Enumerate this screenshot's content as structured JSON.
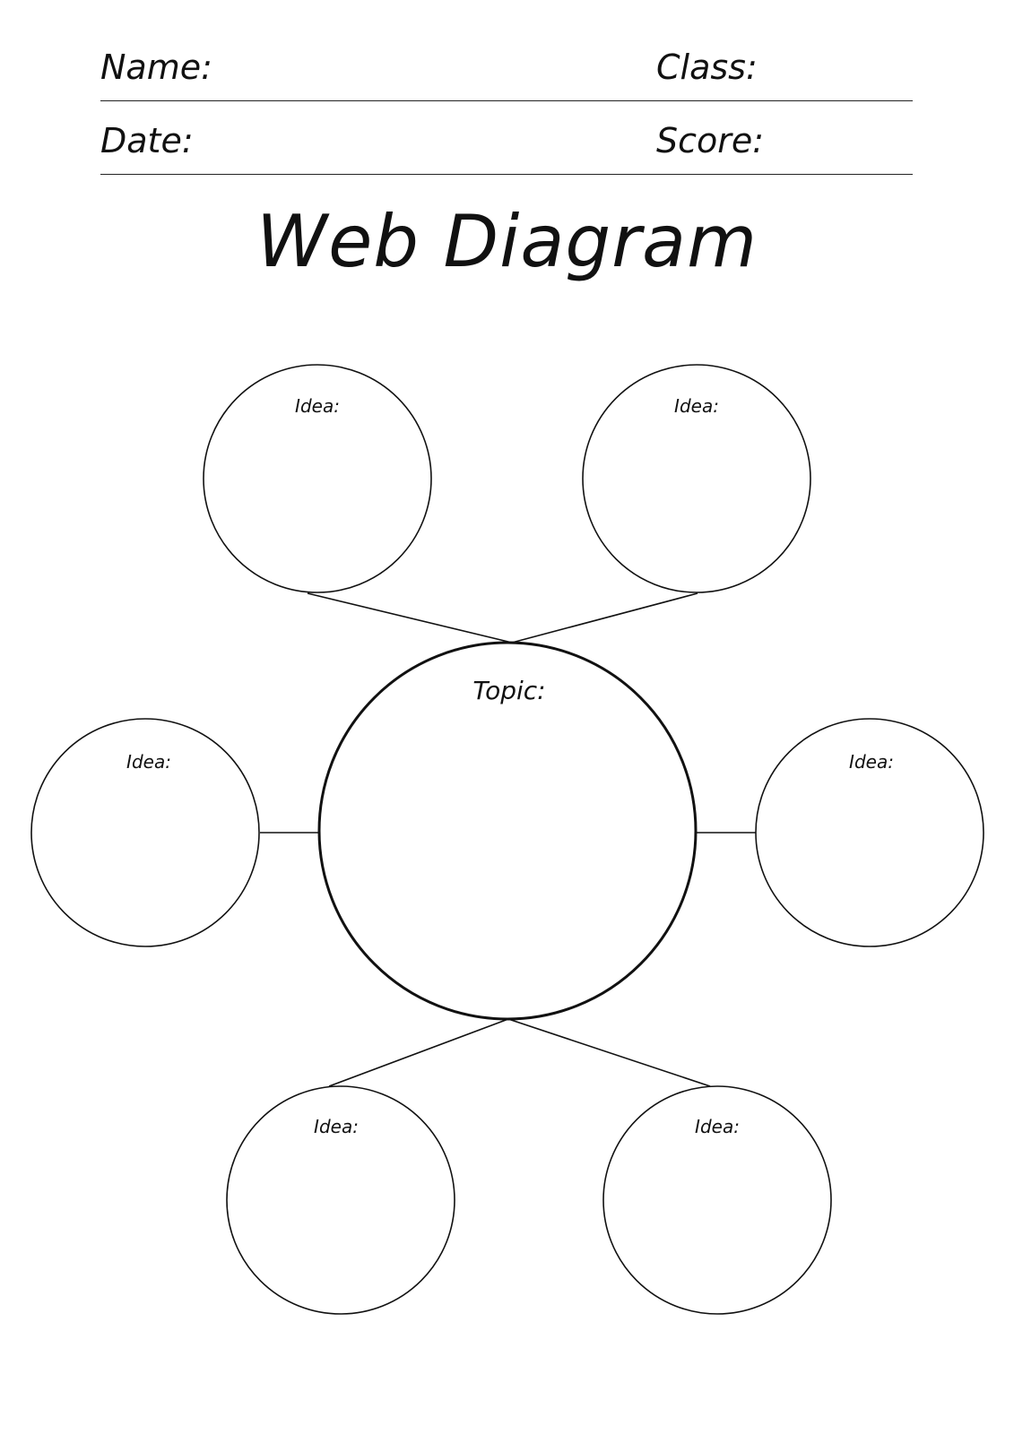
{
  "header": {
    "name_label": "Name:",
    "class_label": "Class:",
    "date_label": "Date:",
    "score_label": "Score:"
  },
  "title": "Web Diagram",
  "diagram": {
    "topic_label": "Topic:",
    "ideas": [
      {
        "label": "Idea:"
      },
      {
        "label": "Idea:"
      },
      {
        "label": "Idea:"
      },
      {
        "label": "Idea:"
      },
      {
        "label": "Idea:"
      },
      {
        "label": "Idea:"
      }
    ],
    "stroke_color": "#111111"
  }
}
